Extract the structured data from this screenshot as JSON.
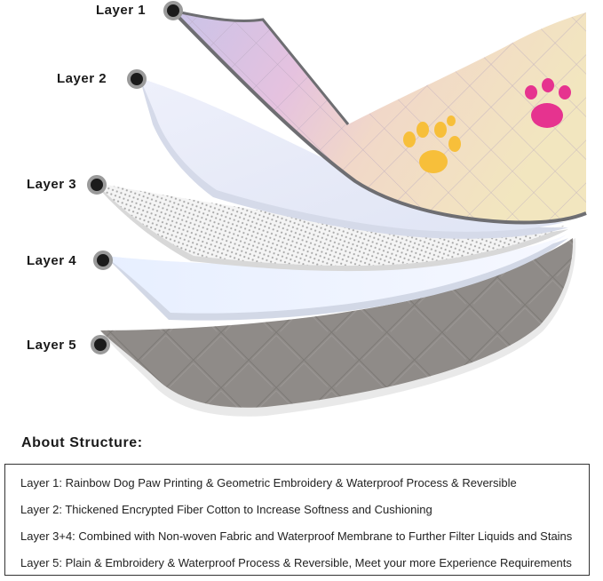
{
  "layers": [
    {
      "label": "Layer 1"
    },
    {
      "label": "Layer 2"
    },
    {
      "label": "Layer 3"
    },
    {
      "label": "Layer 4"
    },
    {
      "label": "Layer 5"
    }
  ],
  "about": {
    "heading": "About Structure:",
    "lines": [
      "Layer 1: Rainbow Dog Paw Printing & Geometric Embroidery & Waterproof Process & Reversible",
      "Layer 2: Thickened Encrypted Fiber Cotton to Increase Softness and Cushioning",
      "Layer 3+4: Combined with Non-woven Fabric and Waterproof Membrane to Further Filter Liquids and Stains",
      "Layer 5: Plain & Embroidery & Waterproof Process & Reversible, Meet your more Experience Requirements"
    ]
  },
  "colors": {
    "paw_yellow": "#f7bf3a",
    "paw_pink": "#e6338f",
    "layer5_gray": "#8f8b88",
    "label_text": "#1a1a1a"
  }
}
